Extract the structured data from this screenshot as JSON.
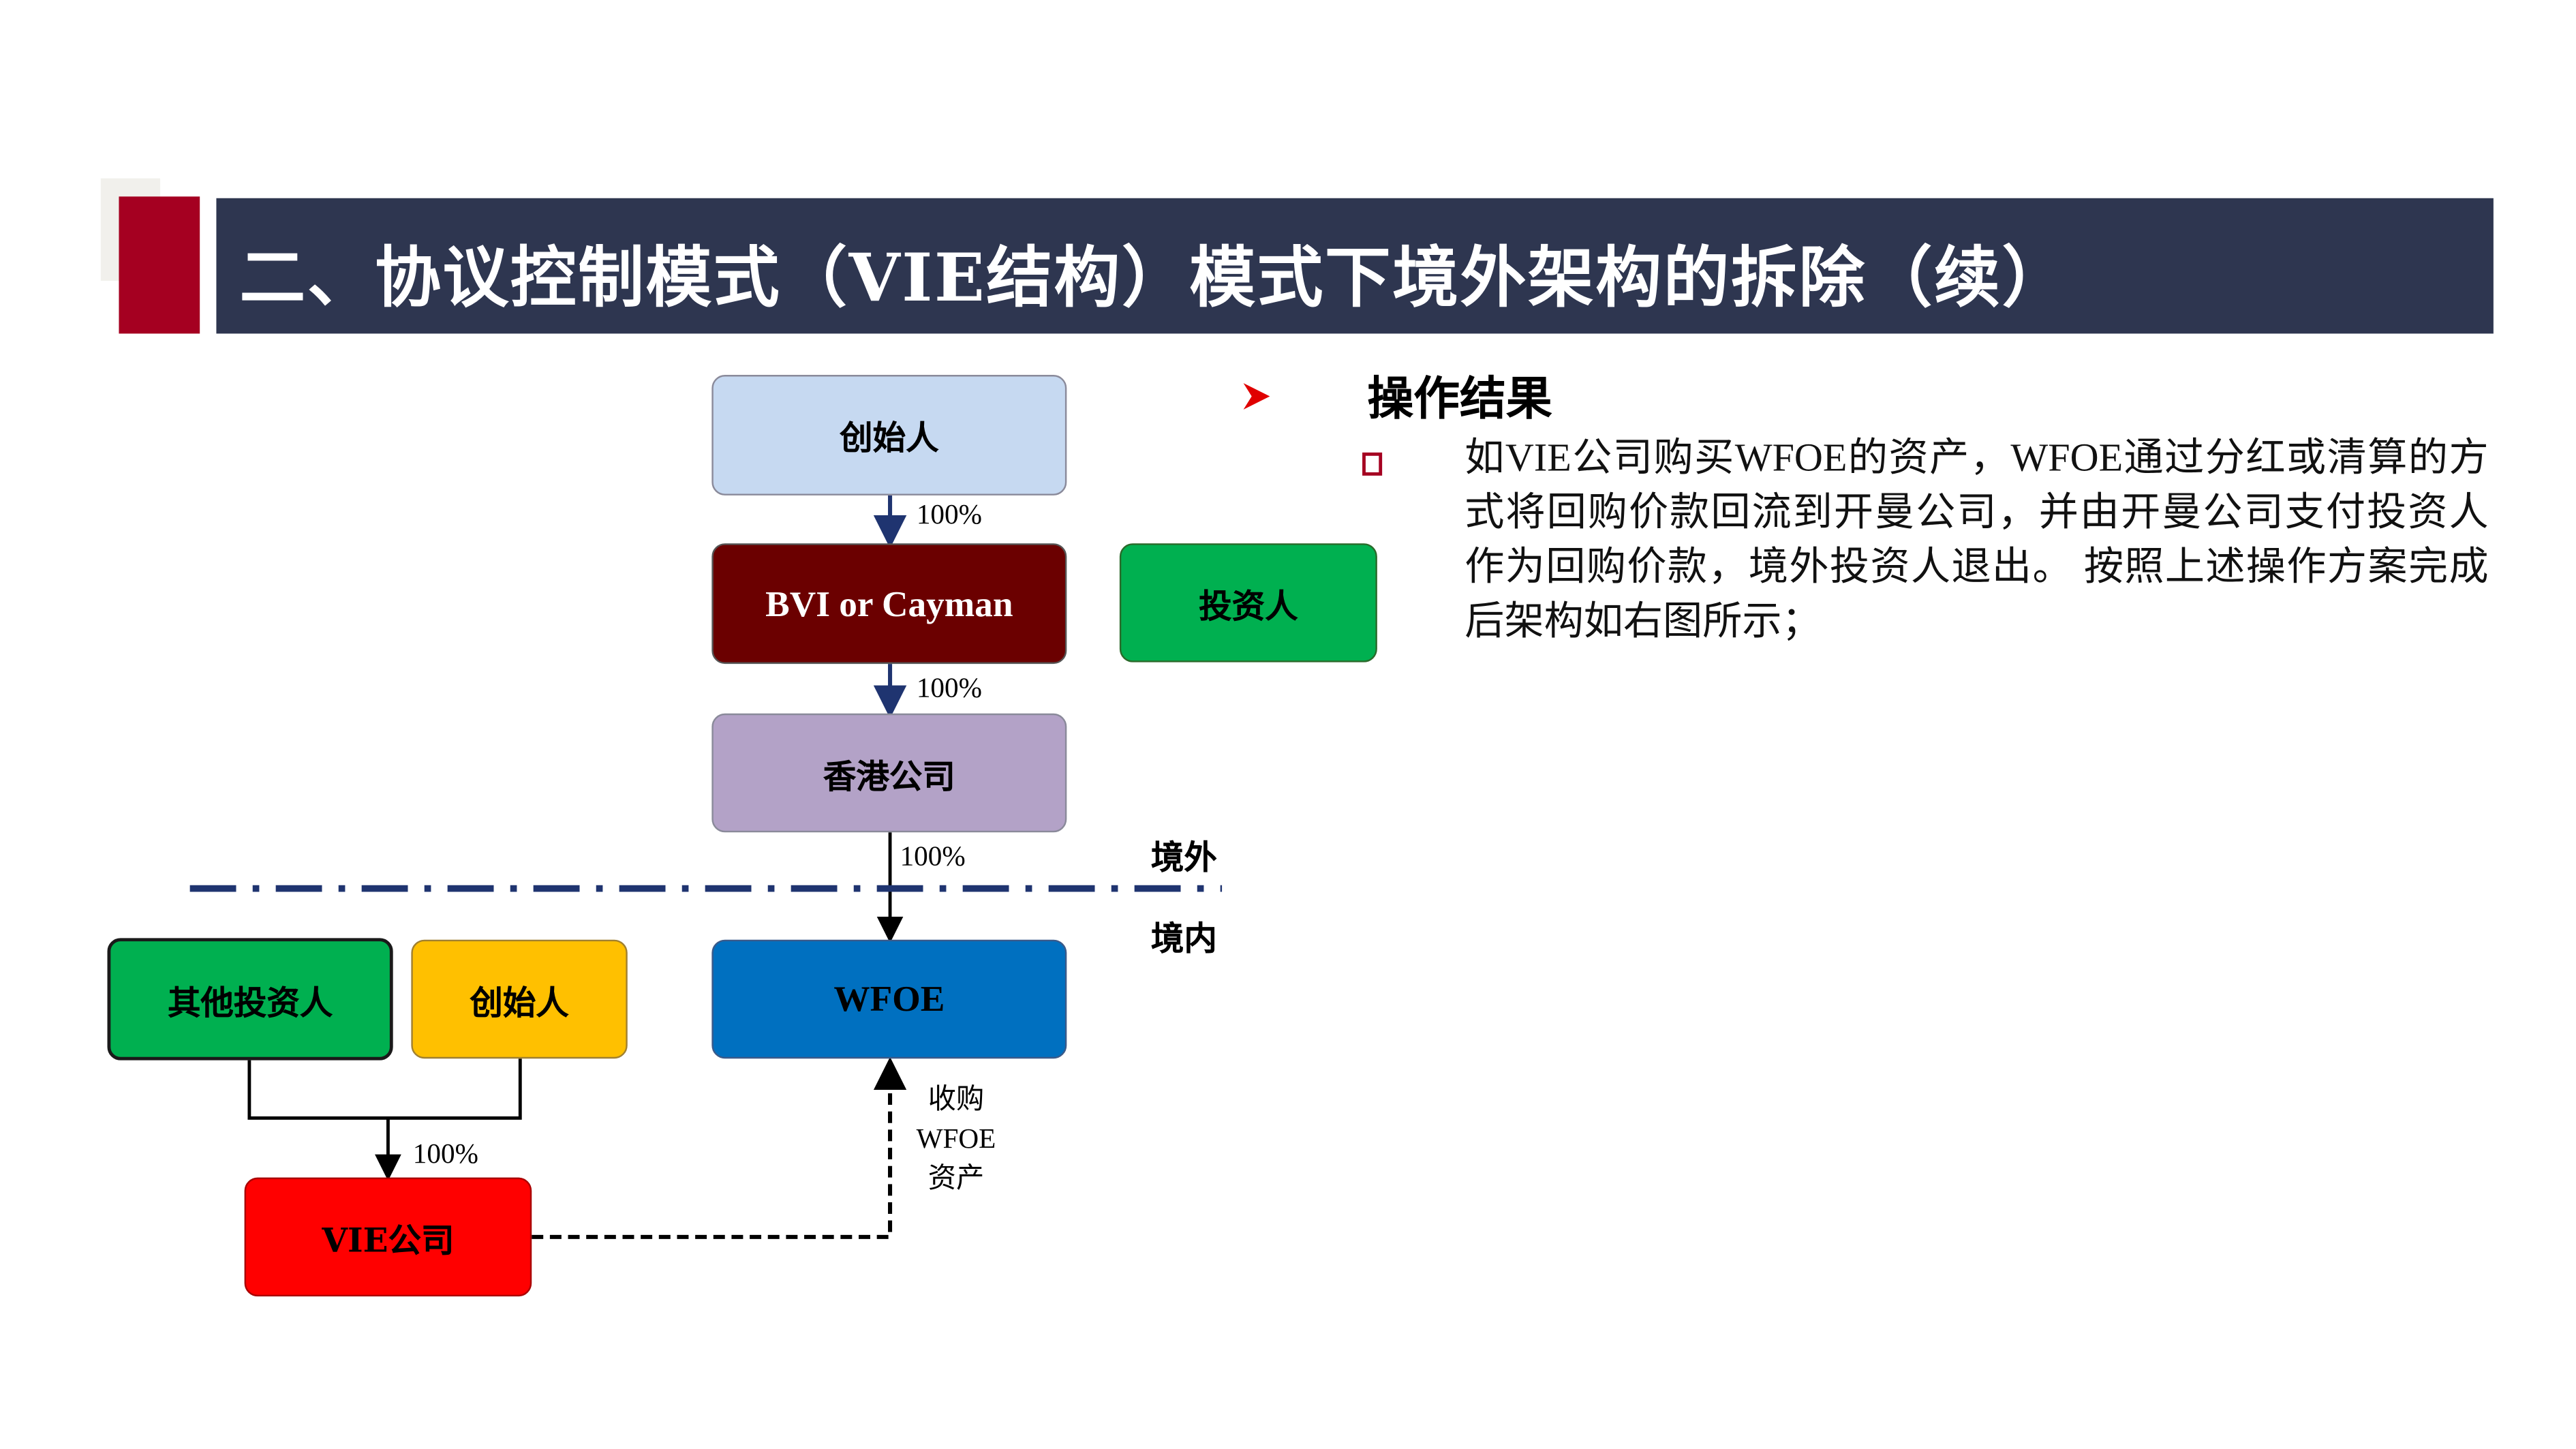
{
  "header": {
    "title": "二、协议控制模式（VIE结构）模式下境外架构的拆除（续）"
  },
  "diagram": {
    "founder_top": "创始人",
    "bvi": "BVI or Cayman",
    "investor": "投资人",
    "hk": "香港公司",
    "wfoe": "WFOE",
    "other_investors": "其他投资人",
    "founder_bottom": "创始人",
    "vie": "VIE公司",
    "pct_founder_bvi": "100%",
    "pct_bvi_hk": "100%",
    "pct_hk_wfoe": "100%",
    "pct_vie": "100%",
    "offshore": "境外",
    "onshore": "境内",
    "acquire_line1": "收购",
    "acquire_line2": "WFOE",
    "acquire_line3": "资产"
  },
  "content": {
    "heading": "操作结果",
    "paragraph": "如VIE公司购买WFOE的资产，WFOE通过分红或清算的方式将回购价款回流到开曼公司，并由开曼公司支付投资人作为回购价款，境外投资人退出。 按照上述操作方案完成后架构如右图所示；"
  },
  "colors": {
    "navy": "#2e3650",
    "red_accent": "#a50021"
  }
}
